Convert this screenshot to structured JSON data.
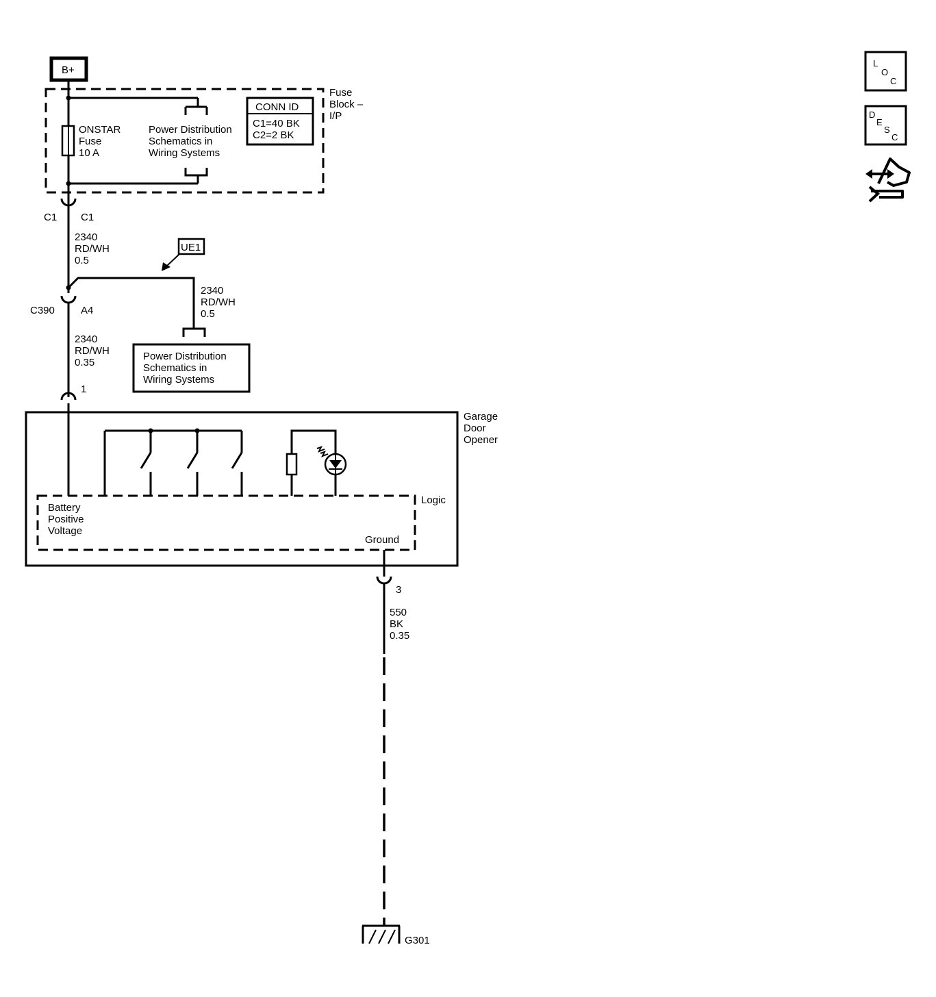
{
  "power_source": {
    "label": "B+"
  },
  "fuse_block": {
    "name_lines": [
      "Fuse",
      "Block –",
      "I/P"
    ],
    "fuse_lines": [
      "ONSTAR",
      "Fuse",
      "10 A"
    ],
    "ref_lines": [
      "Power Distribution",
      "Schematics in",
      "Wiring Systems"
    ],
    "conn_id": {
      "header": "CONN ID",
      "rows": [
        "C1=40 BK",
        "C2=2 BK"
      ]
    }
  },
  "connectors": {
    "c1_left": "C1",
    "c1_right": "C1",
    "c390": "C390",
    "c390_pin": "A4",
    "gdo_pin_power": "1",
    "gdo_pin_ground": "3"
  },
  "wires": {
    "w1": [
      "2340",
      "RD/WH",
      "0.5"
    ],
    "w2": [
      "2340",
      "RD/WH",
      "0.5"
    ],
    "w3": [
      "2340",
      "RD/WH",
      "0.35"
    ],
    "w4": [
      "550",
      "BK",
      "0.35"
    ]
  },
  "callout": {
    "label": "UE1"
  },
  "ref_box": {
    "lines": [
      "Power Distribution",
      "Schematics in",
      "Wiring Systems"
    ]
  },
  "garage_door_opener": {
    "name_lines": [
      "Garage",
      "Door",
      "Opener"
    ],
    "logic_label": "Logic",
    "battery_lines": [
      "Battery",
      "Positive",
      "Voltage"
    ],
    "ground_label": "Ground"
  },
  "ground": {
    "label": "G301"
  },
  "nav": {
    "loc": [
      "L",
      "O",
      "C"
    ],
    "desc": [
      "D",
      "E",
      "S",
      "C"
    ],
    "icon": "hand-wrench-icon"
  }
}
